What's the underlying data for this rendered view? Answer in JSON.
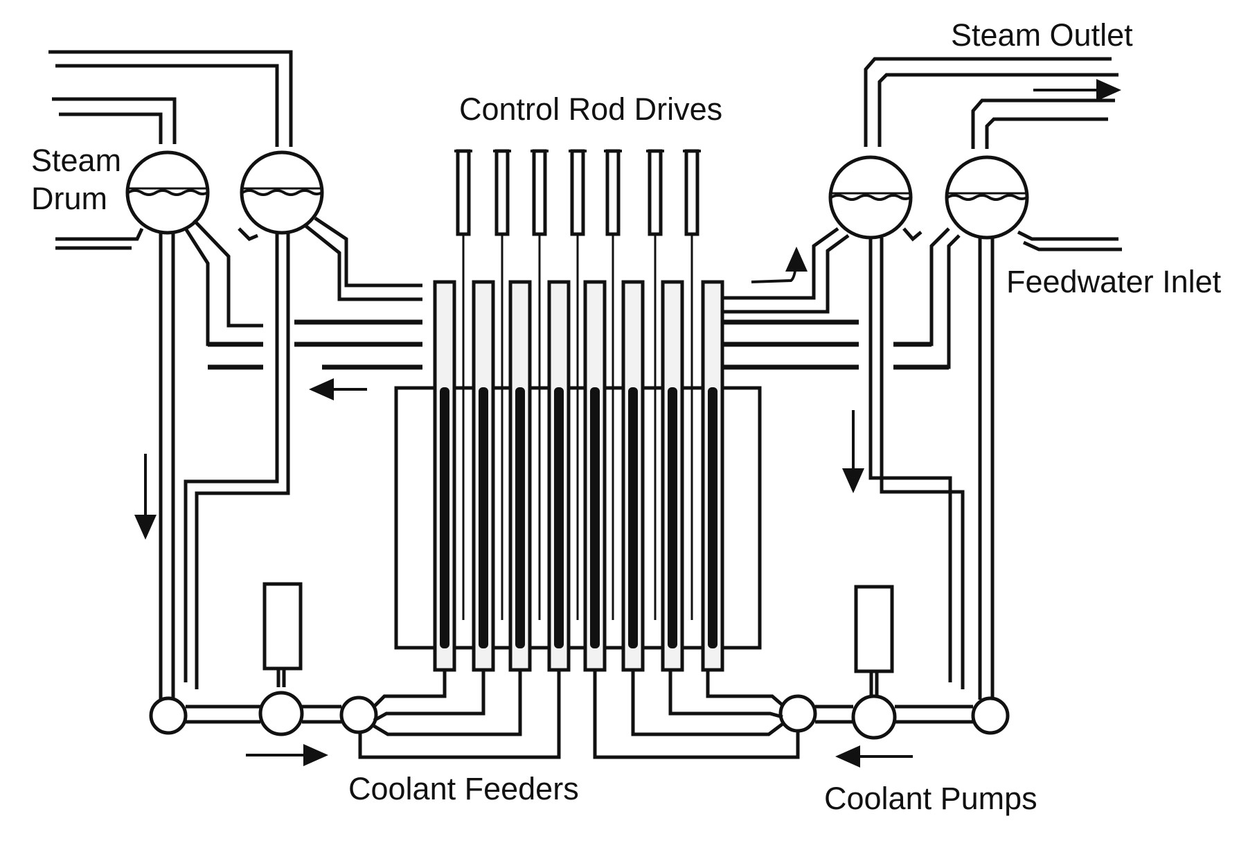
{
  "labels": {
    "steam_drum_line1": "Steam",
    "steam_drum_line2": "Drum",
    "control_rod_drives": "Control Rod Drives",
    "steam_outlet": "Steam Outlet",
    "feedwater_inlet": "Feedwater Inlet",
    "coolant_feeders": "Coolant Feeders",
    "coolant_pumps": "Coolant Pumps"
  },
  "colors": {
    "ink": "#111111",
    "paper": "#ffffff",
    "fill_light": "#f2f2f2"
  }
}
